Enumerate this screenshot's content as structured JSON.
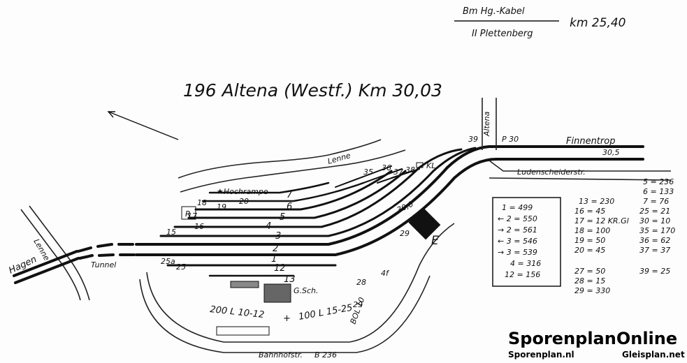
{
  "header": {
    "km_line": "Bm Hg.-Kabel",
    "km_line2": "II Plettenberg",
    "km": "km 25,40"
  },
  "station": {
    "title": "196 Altena (Westf.) Km 30,03"
  },
  "places": {
    "hagen": "Hagen",
    "tunnel": "Tunnel",
    "lenne_left": "Lenne",
    "lenne_river": "Lenne",
    "finnentrop": "Finnentrop",
    "ludenscheider": "Ludenscheiderstr.",
    "altena_road": "Altena",
    "bahnhofstr": "Bahnhofstr.",
    "b236": "B 236",
    "hochrampe": "★Hochrampe",
    "gsch": "G.Sch.",
    "e_building": "E",
    "kl": "KL"
  },
  "km_marks": {
    "p30": "P 30",
    "km305": "30,5",
    "km300": "30,0"
  },
  "tracks": [
    {
      "no": "1",
      "len": "499"
    },
    {
      "no": "2",
      "len": "550"
    },
    {
      "no": "2",
      "len": "561"
    },
    {
      "no": "3",
      "len": "546"
    },
    {
      "no": "3",
      "len": "539"
    },
    {
      "no": "4",
      "len": "316"
    },
    {
      "no": "12",
      "len": "156"
    }
  ],
  "track_labels": [
    "1",
    "2",
    "3",
    "4",
    "5",
    "6",
    "7",
    "12",
    "13",
    "15",
    "16",
    "17",
    "18",
    "19",
    "20",
    "25",
    "28",
    "29",
    "35",
    "36",
    "37",
    "38",
    "39",
    "25a",
    "29",
    "4f"
  ],
  "yard_notes": {
    "left": "200 L 10-12",
    "plus": "+",
    "right": "100 L 15-25",
    "bol": "BOL 10",
    "gauge": "KR.Gl"
  },
  "siding_lengths": [
    {
      "no": "5",
      "len": "236"
    },
    {
      "no": "6",
      "len": "133"
    },
    {
      "no": "7",
      "len": "76"
    },
    {
      "no": "13",
      "len": "230"
    },
    {
      "no": "25",
      "len": "21"
    },
    {
      "no": "16",
      "len": "45"
    },
    {
      "no": "30",
      "len": "10"
    },
    {
      "no": "17",
      "len": "12 KR.Gl"
    },
    {
      "no": "35",
      "len": "170"
    },
    {
      "no": "18",
      "len": "100"
    },
    {
      "no": "36",
      "len": "62"
    },
    {
      "no": "19",
      "len": "50"
    },
    {
      "no": "37",
      "len": "37"
    },
    {
      "no": "20",
      "len": "45"
    },
    {
      "no": "27",
      "len": "50"
    },
    {
      "no": "39",
      "len": "25"
    },
    {
      "no": "28",
      "len": "15"
    },
    {
      "no": "29",
      "len": "330"
    }
  ],
  "brand": {
    "name": "SporenplanOnline",
    "site1": "Sporenplan.nl",
    "site2": "Gleisplan.net"
  }
}
